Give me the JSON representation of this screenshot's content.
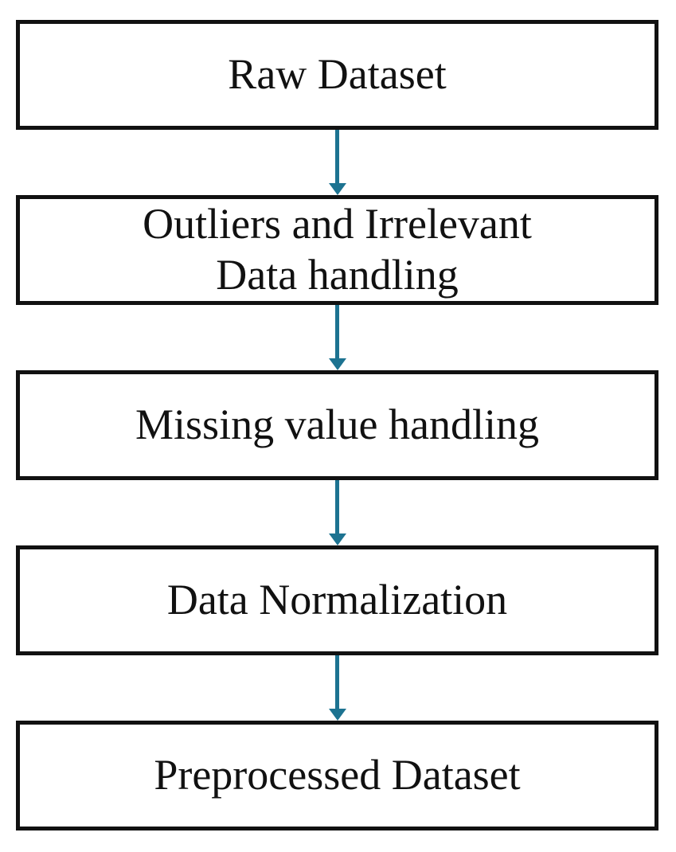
{
  "figure": {
    "type": "flowchart",
    "direction": "top-down",
    "arrow_color": "#1d7391",
    "box_border_color": "#111111",
    "text_color": "#111111",
    "nodes": [
      {
        "id": "raw-dataset",
        "label": "Raw Dataset"
      },
      {
        "id": "outliers-irrelevant-data-handling",
        "label": "Outliers and Irrelevant\nData handling"
      },
      {
        "id": "missing-value-handling",
        "label": "Missing value handling"
      },
      {
        "id": "data-normalization",
        "label": "Data Normalization"
      },
      {
        "id": "preprocessed-dataset",
        "label": "Preprocessed Dataset"
      }
    ],
    "edges": [
      {
        "from": "raw-dataset",
        "to": "outliers-irrelevant-data-handling"
      },
      {
        "from": "outliers-irrelevant-data-handling",
        "to": "missing-value-handling"
      },
      {
        "from": "missing-value-handling",
        "to": "data-normalization"
      },
      {
        "from": "data-normalization",
        "to": "preprocessed-dataset"
      }
    ]
  }
}
